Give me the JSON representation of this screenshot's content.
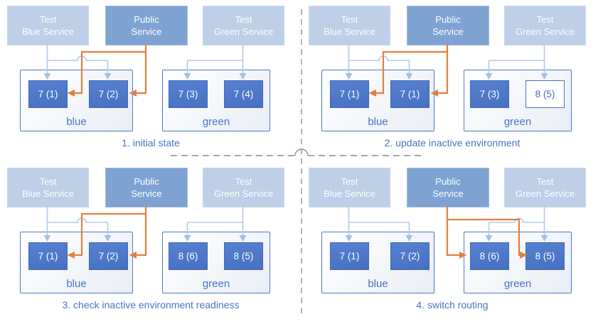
{
  "title": "blue-green deployment steps diagram",
  "colors": {
    "service_light_fill": "#bdd0e8",
    "service_public_fill": "#7ea2d2",
    "pod_fill": "#4a72c4",
    "pod_outlined_border": "#4a73c4",
    "environment_border": "#4f79c7",
    "wire_test_service": "#b6c9e8",
    "wire_public_service": "#e2803e",
    "caption_text": "#4a73c4",
    "divider_gray": "#a6a6a6"
  },
  "panels": [
    {
      "caption": "1. initial state",
      "public_route": "blue",
      "services": [
        {
          "line1": "Test",
          "line2": "Blue Service"
        },
        {
          "line1": "Public",
          "line2": "Service"
        },
        {
          "line1": "Test",
          "line2": "Green Service"
        }
      ],
      "environments": [
        {
          "label": "blue",
          "pods": [
            "7 (1)",
            "7 (2)"
          ]
        },
        {
          "label": "green",
          "pods": [
            "7 (3)",
            "7 (4)"
          ]
        }
      ]
    },
    {
      "caption": "2. update inactive environment",
      "public_route": "blue",
      "services": [
        {
          "line1": "Test",
          "line2": "Blue Service"
        },
        {
          "line1": "Public",
          "line2": "Service"
        },
        {
          "line1": "Test",
          "line2": "Green Service"
        }
      ],
      "environments": [
        {
          "label": "blue",
          "pods": [
            "7 (1)",
            "7 (1)"
          ]
        },
        {
          "label": "green",
          "pods": [
            "7 (3)",
            "8 (5)"
          ]
        }
      ]
    },
    {
      "caption": "3. check inactive environment readiness",
      "public_route": "blue",
      "services": [
        {
          "line1": "Test",
          "line2": "Blue Service"
        },
        {
          "line1": "Public",
          "line2": "Service"
        },
        {
          "line1": "Test",
          "line2": "Green Service"
        }
      ],
      "environments": [
        {
          "label": "blue",
          "pods": [
            "7 (1)",
            "7 (2)"
          ]
        },
        {
          "label": "green",
          "pods": [
            "8 (6)",
            "8 (5)"
          ]
        }
      ]
    },
    {
      "caption": "4. switch routing",
      "public_route": "green",
      "services": [
        {
          "line1": "Test",
          "line2": "Blue Service"
        },
        {
          "line1": "Public",
          "line2": "Service"
        },
        {
          "line1": "Test",
          "line2": "Green Service"
        }
      ],
      "environments": [
        {
          "label": "blue",
          "pods": [
            "7 (1)",
            "7 (2)"
          ]
        },
        {
          "label": "green",
          "pods": [
            "8 (6)",
            "8 (5)"
          ]
        }
      ]
    }
  ]
}
